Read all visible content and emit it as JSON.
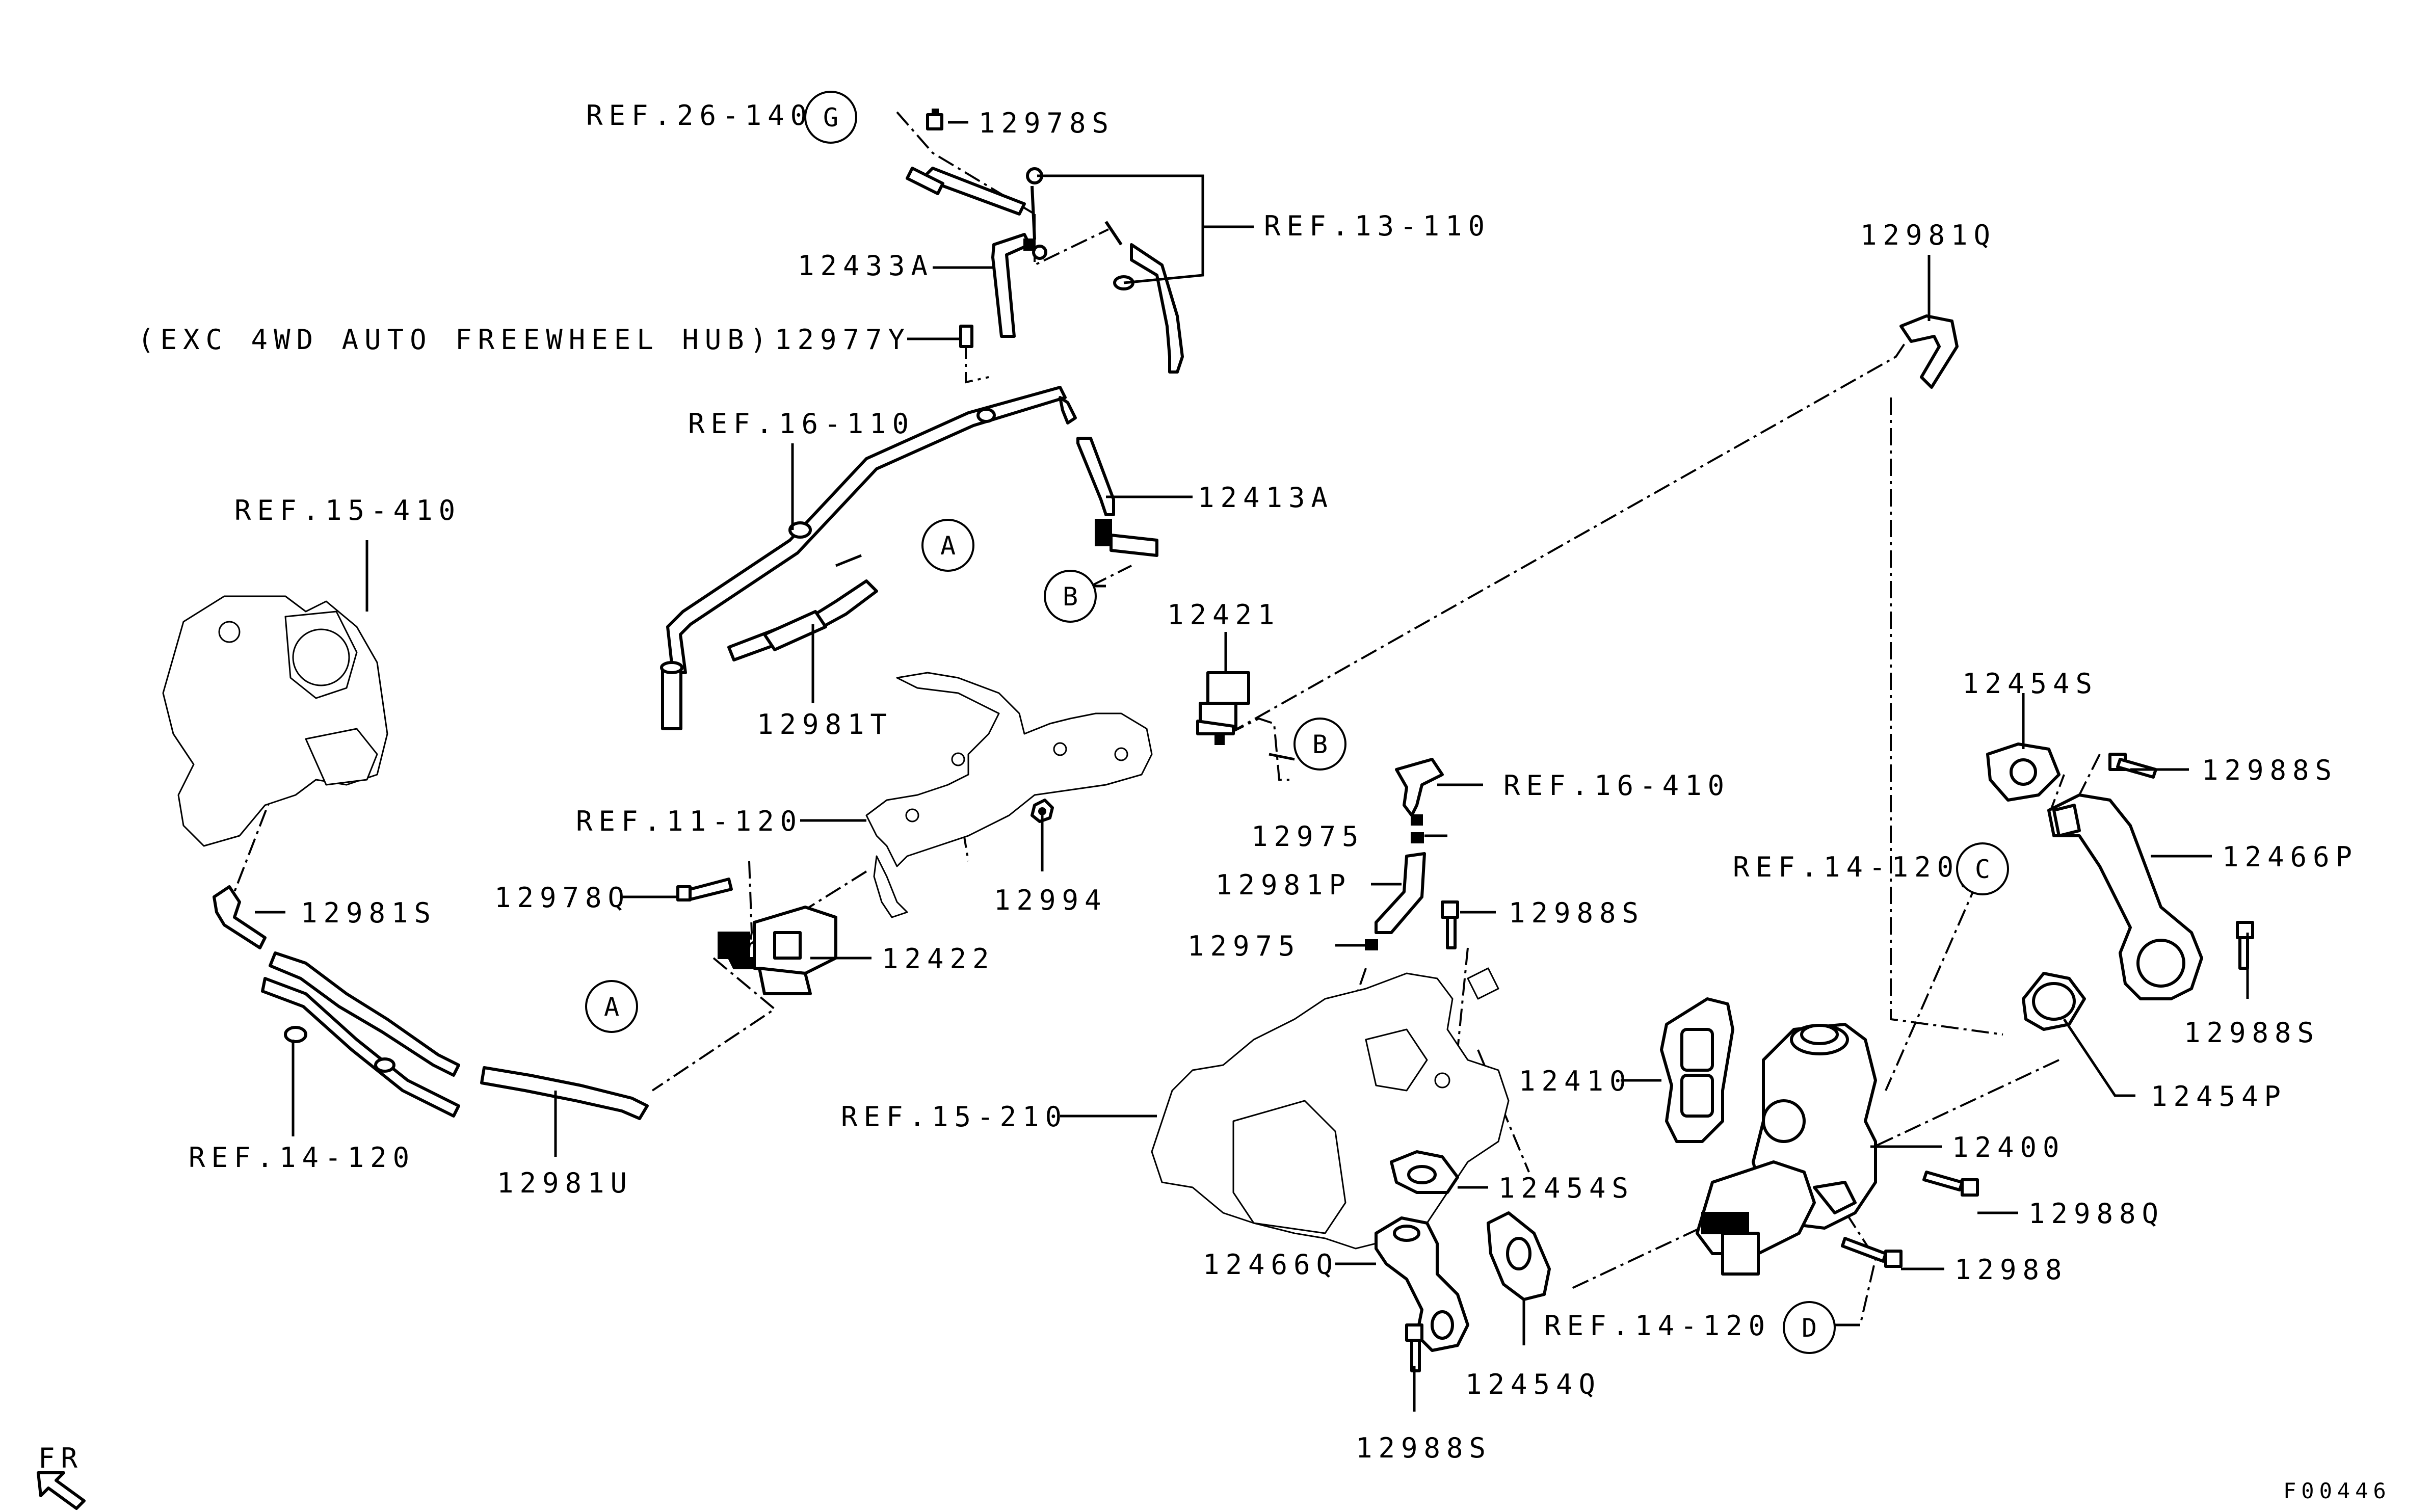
{
  "colors": {
    "line": "#000000",
    "background": "#ffffff"
  },
  "labels": {
    "ref_26_140": "REF.26-140",
    "p12978S": "12978S",
    "ref_13_110": "REF.13-110",
    "p12433A": "12433A",
    "note_exc_4wd": "(EXC 4WD AUTO FREEWHEEL HUB)",
    "p12977Y": "12977Y",
    "ref_16_110": "REF.16-110",
    "p12981Q": "12981Q",
    "p12413A": "12413A",
    "ref_15_410": "REF.15-410",
    "p12981T": "12981T",
    "p12421": "12421",
    "ref_11_120": "REF.11-120",
    "ref_16_410": "REF.16-410",
    "p12454S_top": "12454S",
    "p12988S_top": "12988S",
    "p12975_upper": "12975",
    "p12466P": "12466P",
    "p12978Q": "12978Q",
    "p12994": "12994",
    "p12981P": "12981P",
    "ref_14_120_c": "REF.14-120",
    "p12981S": "12981S",
    "p12988S_mid": "12988S",
    "p12422": "12422",
    "p12975_lower": "12975",
    "p12988S_right": "12988S",
    "p12410": "12410",
    "p12454P": "12454P",
    "ref_15_210": "REF.15-210",
    "ref_14_120_left": "REF.14-120",
    "p12400": "12400",
    "p12454S_low": "12454S",
    "p12981U": "12981U",
    "p12988Q": "12988Q",
    "p12466Q": "12466Q",
    "p12988": "12988",
    "ref_14_120_d": "REF.14-120",
    "p12454Q": "12454Q",
    "p12988S_bottom": "12988S",
    "fr": "FR",
    "figure_code": "F00446"
  },
  "callouts": {
    "G": "G",
    "A_upper": "A",
    "B_left": "B",
    "B_right": "B",
    "C": "C",
    "A_lower": "A",
    "D": "D"
  }
}
